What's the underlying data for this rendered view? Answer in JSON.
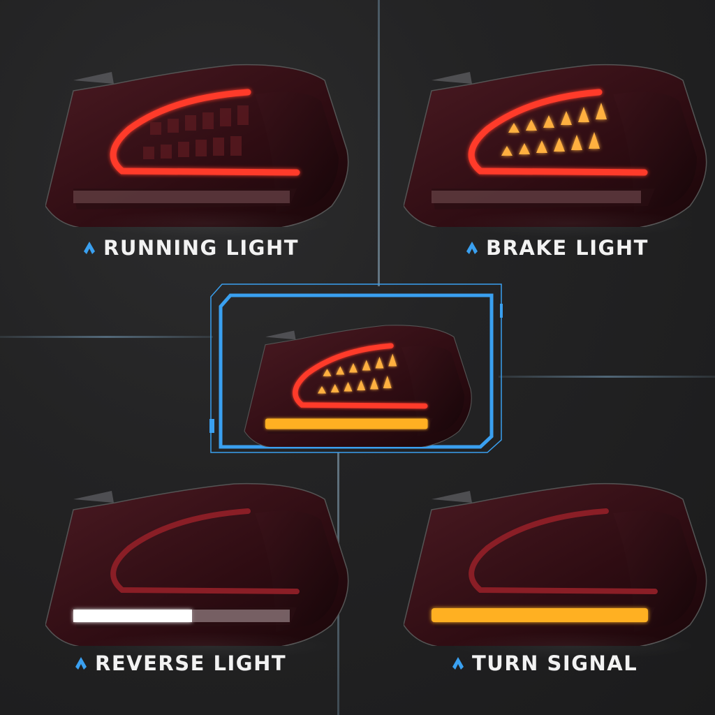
{
  "panels": [
    {
      "id": "running",
      "label": "RUNNING LIGHT",
      "mode": "running"
    },
    {
      "id": "brake",
      "label": "BRAKE LIGHT",
      "mode": "brake"
    },
    {
      "id": "center",
      "label": "",
      "mode": "combined"
    },
    {
      "id": "reverse",
      "label": "REVERSE LIGHT",
      "mode": "reverse"
    },
    {
      "id": "turn",
      "label": "TURN SIGNAL",
      "mode": "turn"
    }
  ],
  "colors": {
    "accent": "#3aa0f0",
    "background": "#222223",
    "text": "#f2f2f2",
    "red_glow": "#ff3a2a",
    "amber": "#ffb020",
    "white_led": "#ffffff"
  },
  "icons": {
    "caption_marker": "chevron-up-icon"
  }
}
